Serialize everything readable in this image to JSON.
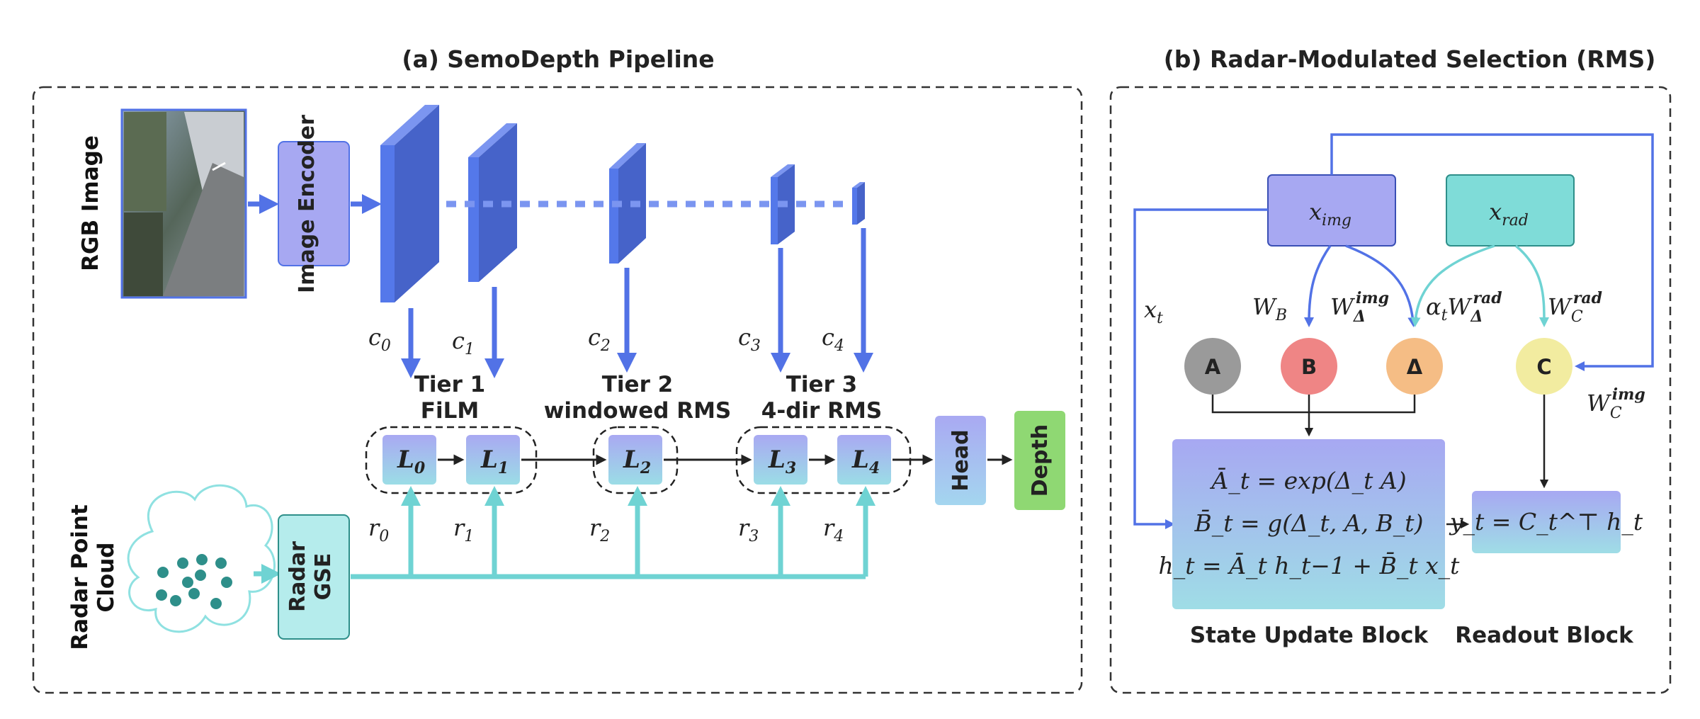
{
  "pipeline": {
    "title": "(a) SemoDepth Pipeline",
    "rgb_label": "RGB Image",
    "encoder_label": "Image Encoder",
    "radar_label": "Radar Point Cloud",
    "gse_label": "Radar GSE",
    "head_label": "Head",
    "depth_label": "Depth",
    "features": [
      "c0",
      "c1",
      "c2",
      "c3",
      "c4"
    ],
    "radar_feats": [
      "r0",
      "r1",
      "r2",
      "r3",
      "r4"
    ],
    "layers": [
      "L0",
      "L1",
      "L2",
      "L3",
      "L4"
    ],
    "tier1": [
      "Tier 1",
      "FiLM"
    ],
    "tier2": [
      "Tier 2",
      "windowed RMS"
    ],
    "tier3": [
      "Tier 3",
      "4-dir RMS"
    ]
  },
  "rms": {
    "title": "(b) Radar-Modulated Selection (RMS)",
    "x_img": "x_img",
    "x_rad": "x_rad",
    "x_t": "x_t",
    "nodes": [
      "A",
      "B",
      "Δ",
      "C"
    ],
    "w_b": "W_B",
    "w_delta_img": "W_Δ^img",
    "alpha_w_delta_rad": "α_t W_Δ^rad",
    "w_c_rad": "W_C^rad",
    "w_c_img": "W_C^img",
    "eq1": "Ā_t = exp(Δ_t A)",
    "eq2": "B̄_t = g(Δ_t, A, B_t)",
    "eq3": "h_t = Ā_t h_t−1 + B̄_t x_t",
    "readout_eq": "y_t = C_t^⊤ h_t",
    "state_label": "State Update Block",
    "readout_label": "Readout Block"
  },
  "colors": {
    "blue": "#5272e6",
    "cyan": "#6fd3d3",
    "purple_box": "#a7a8f2",
    "node_a": "#9a9a9a",
    "node_b": "#ef8585",
    "node_delta": "#f5bd85",
    "node_c": "#f2eca0",
    "depth_green": "#8fd873"
  }
}
